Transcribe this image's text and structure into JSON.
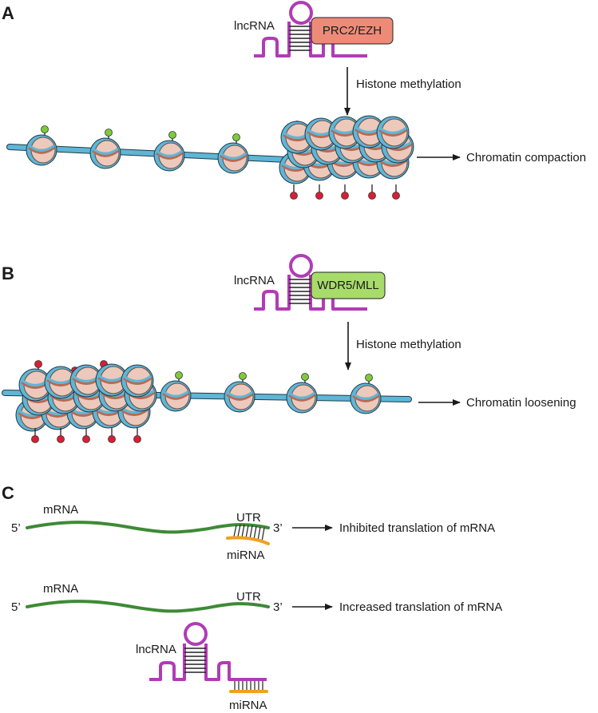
{
  "panels": {
    "a": {
      "letter": "A",
      "rna_label": "lncRNA",
      "protein_label": "PRC2/EZH",
      "process_label": "Histone methylation",
      "outcome_label": "Chromatin compaction"
    },
    "b": {
      "letter": "B",
      "rna_label": "lncRNA",
      "protein_label": "WDR5/MLL",
      "process_label": "Histone methylation",
      "outcome_label": "Chromatin loosening"
    },
    "c": {
      "letter": "C",
      "row1": {
        "five_prime": "5’",
        "three_prime": "3’",
        "mrna_label": "mRNA",
        "utr_label": "UTR",
        "mirna_label": "miRNA",
        "outcome_label": "Inhibited translation of mRNA"
      },
      "row2": {
        "five_prime": "5’",
        "three_prime": "3’",
        "mrna_label": "mRNA",
        "utr_label": "UTR",
        "outcome_label": "Increased translation of mRNA",
        "rna_label": "lncRNA",
        "mirna_label": "miRNA"
      }
    }
  },
  "colors": {
    "lncrna": "#b03cb5",
    "prc2_box": "#ee8b78",
    "wdr5_box": "#a8dc6a",
    "mrna": "#3e8a36",
    "mirna": "#f0a020",
    "dna": "#5fb6d6",
    "histone": "#ecc9bb",
    "red_mark": "#d81f34",
    "green_mark": "#7ccb3a"
  }
}
